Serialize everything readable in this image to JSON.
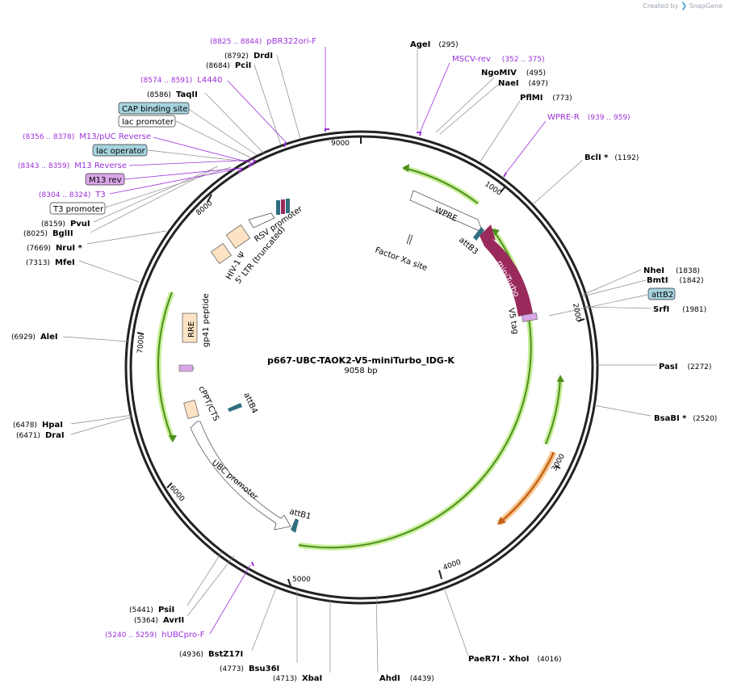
{
  "app": {
    "created_by": "Created by",
    "brand": "SnapGene"
  },
  "plasmid": {
    "name": "p667-UBC-TAOK2-V5-miniTurbo_IDG-K",
    "size_label": "9058 bp",
    "length": 9058
  },
  "ticks": [
    "1000",
    "2000",
    "3000",
    "4000",
    "5000",
    "6000",
    "7000",
    "8000",
    "9000"
  ],
  "enzymes": [
    {
      "name": "AgeI",
      "pos": "(295)",
      "star": false
    },
    {
      "name": "NgoMIV",
      "pos": "(495)",
      "star": false
    },
    {
      "name": "NaeI",
      "pos": "(497)",
      "star": false
    },
    {
      "name": "PflMI",
      "pos": "(773)",
      "star": false
    },
    {
      "name": "BclI",
      "pos": "(1192)",
      "star": true
    },
    {
      "name": "NheI",
      "pos": "(1838)",
      "star": false
    },
    {
      "name": "BmtI",
      "pos": "(1842)",
      "star": false
    },
    {
      "name": "SrfI",
      "pos": "(1981)",
      "star": false
    },
    {
      "name": "PasI",
      "pos": "(2272)",
      "star": false
    },
    {
      "name": "BsaBI",
      "pos": "(2520)",
      "star": true
    },
    {
      "name": "PaeR7I",
      "pos": "(4016)",
      "star": false
    },
    {
      "name": "XhoI",
      "pos": "(4016)",
      "star": false
    },
    {
      "name": "AhdI",
      "pos": "(4439)",
      "star": false
    },
    {
      "name": "XbaI",
      "pos": "(4713)",
      "star": false
    },
    {
      "name": "Bsu36I",
      "pos": "(4773)",
      "star": false
    },
    {
      "name": "BstZ17I",
      "pos": "(4936)",
      "star": false
    },
    {
      "name": "AvrII",
      "pos": "(5364)",
      "star": false
    },
    {
      "name": "PsiI",
      "pos": "(5441)",
      "star": false
    },
    {
      "name": "DraI",
      "pos": "(6471)",
      "star": false
    },
    {
      "name": "HpaI",
      "pos": "(6478)",
      "star": false
    },
    {
      "name": "AleI",
      "pos": "(6929)",
      "star": false
    },
    {
      "name": "MfeI",
      "pos": "(7313)",
      "star": false
    },
    {
      "name": "NruI",
      "pos": "(7669)",
      "star": true
    },
    {
      "name": "BglII",
      "pos": "(8025)",
      "star": false
    },
    {
      "name": "PvuI",
      "pos": "(8159)",
      "star": false
    },
    {
      "name": "TaqII",
      "pos": "(8586)",
      "star": false
    },
    {
      "name": "PciI",
      "pos": "(8684)",
      "star": false
    },
    {
      "name": "DrdI",
      "pos": "(8792)",
      "star": false
    }
  ],
  "primers": [
    {
      "name": "pBR322ori-F",
      "range": "(8825 .. 8844)"
    },
    {
      "name": "MSCV-rev",
      "range": "(352 .. 375)"
    },
    {
      "name": "WPRE-R",
      "range": "(939 .. 959)"
    },
    {
      "name": "L4440",
      "range": "(8574 .. 8591)"
    },
    {
      "name": "M13/pUC Reverse",
      "range": "(8356 .. 8378)"
    },
    {
      "name": "M13 Reverse",
      "range": "(8343 .. 8359)"
    },
    {
      "name": "T3",
      "range": "(8304 .. 8324)"
    },
    {
      "name": "hUBCpro-F",
      "range": "(5240 .. 5259)"
    }
  ],
  "boxed_features": [
    {
      "name": "CAP binding site",
      "color": "#a6d3de"
    },
    {
      "name": "lac promoter",
      "color": "#ffffff"
    },
    {
      "name": "lac operator",
      "color": "#a6d3de"
    },
    {
      "name": "M13 rev",
      "color": "#d9a6e8"
    },
    {
      "name": "T3 promoter",
      "color": "#ffffff"
    },
    {
      "name": "attB2",
      "color": "#a6d3de"
    }
  ],
  "features": {
    "wpre": "WPRE",
    "attb3": "attB3",
    "factor_xa": "Factor Xa site",
    "miniturbo": "miniTurbo",
    "v5": "V5 tag",
    "rsv": "RSV promoter",
    "hiv_psi": "HIV-1 Ψ",
    "ltr": "5' LTR (truncated)",
    "rre": "RRE",
    "gp41": "gp41 peptide",
    "cppt": "cPPT/CTS",
    "attb4": "attB4",
    "ubc": "UBC promoter",
    "attb1": "attB1"
  },
  "colors": {
    "backbone": "#222222",
    "primer": "#9b30d9",
    "orf_green": "#4f8f1f",
    "orf_glow": "#c8ef9a",
    "orange": "#c5621a",
    "miniturbo": "#9a2a5c",
    "beige": "#fde3c4",
    "teal": "#2f6f7f"
  }
}
